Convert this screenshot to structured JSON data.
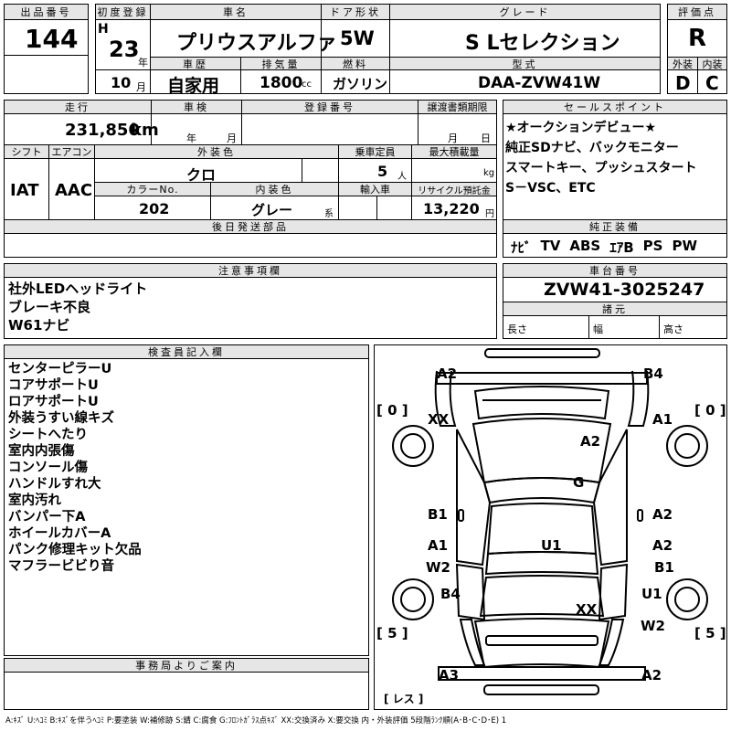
{
  "header": {
    "lot_no_label": "出品番号",
    "lot_no": "144",
    "first_reg_label": "初度登録",
    "era": "H",
    "year": "23",
    "year_unit": "年",
    "month": "10",
    "month_unit": "月",
    "car_name_label": "車名",
    "car_name": "プリウスアルファ",
    "history_label": "車歴",
    "history": "自家用",
    "displacement_label": "排気量",
    "displacement": "1800",
    "displacement_unit": "cc",
    "door_label": "ドア形状",
    "door": "5W",
    "fuel_label": "燃料",
    "fuel": "ガソリン",
    "grade_label": "グレード",
    "grade": "S Lセレクション",
    "model_label": "型式",
    "model": "DAA-ZVW41W",
    "score_label": "評価点",
    "score": "R",
    "ext_label": "外装",
    "ext_grade": "D",
    "int_label": "内装",
    "int_grade": "C"
  },
  "row2": {
    "mileage_label": "走行",
    "mileage": "231,850",
    "mileage_unit": "km",
    "inspection_label": "車検",
    "insp_year": "年",
    "insp_month": "月",
    "reg_no_label": "登録番号",
    "transfer_label": "譲渡書類期限",
    "tr_month": "月",
    "tr_day": "日",
    "shift_label": "シフト",
    "shift": "IAT",
    "ac_label": "エアコン",
    "ac": "AAC",
    "color_label": "外装色",
    "color": "クロ",
    "capacity_label": "乗車定員",
    "capacity": "5",
    "capacity_unit": "人",
    "load_label": "最大積載量",
    "load_unit": "kg",
    "color_no_label": "カラーNo.",
    "color_no": "202",
    "interior_color_label": "内装色",
    "interior_color": "グレー",
    "interior_color_unit": "系",
    "import_label": "輸入車",
    "recycle_label": "リサイクル預託金",
    "recycle": "13,220",
    "recycle_unit": "円",
    "later_label": "後日発送部品"
  },
  "sales_points": {
    "label": "セールスポイント",
    "lines": [
      "★オークションデビュー★",
      "純正SDナビ、バックモニター",
      "スマートキー、プッシュスタート",
      "S－VSC、ETC"
    ]
  },
  "equipment": {
    "label": "純正装備",
    "items": [
      "ﾅﾋﾞ",
      "TV",
      "ABS",
      "ｴｱB",
      "PS",
      "PW"
    ]
  },
  "notes": {
    "label": "注意事項欄",
    "lines": [
      "社外LEDヘッドライト",
      "ブレーキ不良",
      "W61ナビ"
    ]
  },
  "chassis": {
    "label": "車台番号",
    "number": "ZVW41-3025247",
    "spec_label": "諸元",
    "length_label": "長さ",
    "width_label": "幅",
    "height_label": "高さ"
  },
  "inspector": {
    "label": "検査員記入欄",
    "lines": [
      "センターピラーU",
      "コアサポートU",
      "ロアサポートU",
      "外装うすい線キズ",
      "シートへたり",
      "室内内張傷",
      "コンソール傷",
      "ハンドルすれ大",
      "室内汚れ",
      "バンパー下A",
      "ホイールカバーA",
      "パンク修理キット欠品",
      "マフラービビり音"
    ]
  },
  "office": {
    "label": "事務局よりご案内"
  },
  "diagram": {
    "tires": {
      "front_left": "0",
      "front_right": "0",
      "rear_left": "5",
      "rear_right": "5",
      "spare": "レス"
    },
    "marks": [
      "A2",
      "B4",
      "XX",
      "A1",
      "A2",
      "G",
      "B1",
      "A2",
      "A1",
      "U1",
      "A2",
      "W2",
      "B1",
      "B4",
      "U1",
      "XX",
      "W2",
      "A3",
      "A2"
    ]
  },
  "legend": "A:ｷｽﾞ U:ﾍｺﾐ B:ｷｽﾞを伴うﾍｺﾐ P:要塗装 W:補修跡 S:錆 C:腐食 G:ﾌﾛﾝﾄｶﾞﾗｽ点ｷｽﾞ XX:交換済み X:要交換 内・外装評価 5段階ﾗﾝｸ順(A･B･C･D･E) 1"
}
